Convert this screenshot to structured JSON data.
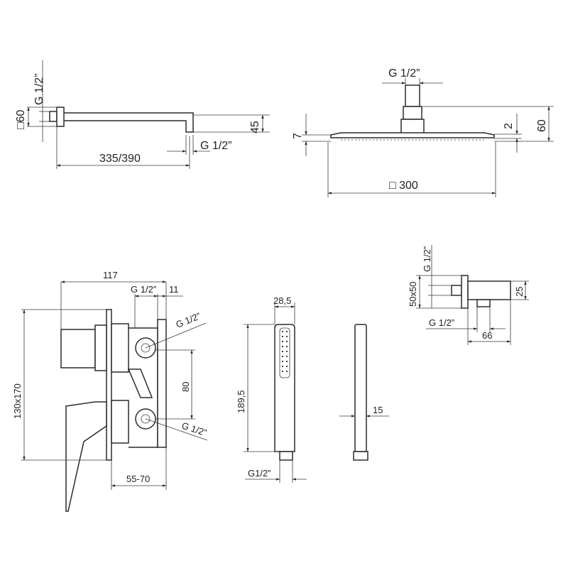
{
  "colors": {
    "line": "#2a2a2a",
    "background": "#ffffff"
  },
  "shower_arm": {
    "thread_label": "G 1/2”",
    "flange_label": "□60",
    "length_label": "335/390",
    "height_label": "45",
    "outlet_thread_label": "G 1/2”"
  },
  "shower_head": {
    "thread_label": "G 1/2”",
    "thickness_label": "7",
    "gap_label": "2",
    "height_label": "60",
    "size_label": "□ 300"
  },
  "mixer": {
    "width_label": "117",
    "thread_label": "G 1/2”",
    "depth_label": "11",
    "upper_outlet_label": "G 1/2”",
    "plate_label": "130x170",
    "spacing_label": "80",
    "lower_outlet_label": "G 1/2”",
    "install_depth_label": "55-70"
  },
  "hand_shower": {
    "width_label": "28,5",
    "length_label": "189,5",
    "thread_label": "G1/2”",
    "thickness_label": "15"
  },
  "wall_outlet": {
    "inlet_thread_label": "G 1/2”",
    "plate_label": "50x50",
    "height_label": "25",
    "outlet_thread_label": "G 1/2”",
    "length_label": "66"
  }
}
